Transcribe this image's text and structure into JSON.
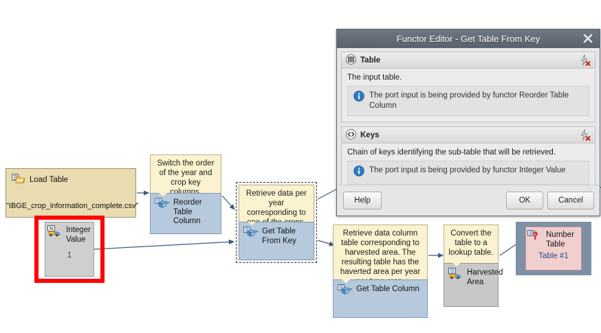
{
  "canvas": {
    "nodes": {
      "load_table": {
        "title": "Load Table",
        "icon": "folder-table-icon",
        "filename": "\"IBGE_crop_information_complete.csv\""
      },
      "integer_value": {
        "title": "Integer Value",
        "icon": "truck-n-icon",
        "value": "1",
        "highlight_color": "#ff0000"
      },
      "reorder_table_column": {
        "comment": "Switch the order of the year and crop key columns.",
        "title": "Reorder Table Column",
        "icon": "cube-table-icon"
      },
      "get_table_from_key": {
        "comment": "Retrieve data per year corresponding to one of the crops.",
        "title": "Get Table From Key",
        "icon": "cube-table-icon",
        "selected": true
      },
      "get_table_column": {
        "comment": "Retrieve data column table corresponding to harvested area. The resulting table has the haverted area per year per type crop.",
        "title": "Get Table Column",
        "icon": "cube-table-icon"
      },
      "harvested_area": {
        "comment": "Convert the table to a lookup table.",
        "title": "Harvested Area",
        "icon": "truck-table-icon"
      },
      "number_table": {
        "title": "Number Table",
        "icon": "question-table-icon",
        "value": "Table #1"
      }
    }
  },
  "dialog": {
    "title": "Functor Editor - Get Table From Key",
    "close_icon": "close-icon",
    "sections": [
      {
        "icon": "table-grid-icon",
        "heading": "Table",
        "description": "The input table.",
        "info_icon": "info-icon",
        "info": "The port input is being provided by functor Reorder Table Column",
        "action_icon": "disconnect-bolt-icon"
      },
      {
        "icon": "code-brackets-icon",
        "heading": "Keys",
        "description": "Chain of keys identifying the sub-table that will be retrieved.",
        "info_icon": "info-icon",
        "info": "The port input is being provided by functor Integer Value",
        "action_icon": "disconnect-bolt-icon"
      }
    ],
    "buttons": {
      "help": "Help",
      "ok": "OK",
      "cancel": "Cancel"
    }
  }
}
